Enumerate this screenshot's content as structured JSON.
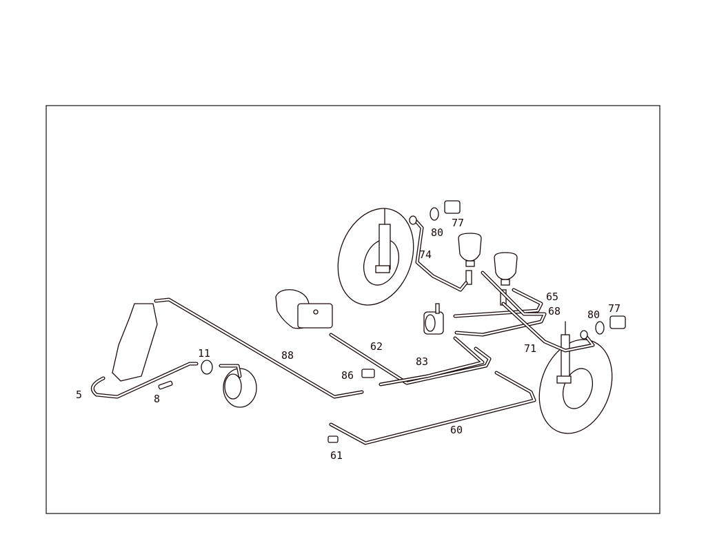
{
  "diagram": {
    "colors": {
      "line": "#1a0a0a",
      "accent": "#c8102e",
      "background": "#ffffff"
    },
    "part_labels": {
      "p77a": "77",
      "p80a": "80",
      "p74": "74",
      "p65": "65",
      "p68": "68",
      "p80b": "80",
      "p77b": "77",
      "p71": "71",
      "p62": "62",
      "p83": "83",
      "p88": "88",
      "p86": "86",
      "p11": "11",
      "p5": "5",
      "p8": "8",
      "p60": "60",
      "p61": "61"
    }
  }
}
